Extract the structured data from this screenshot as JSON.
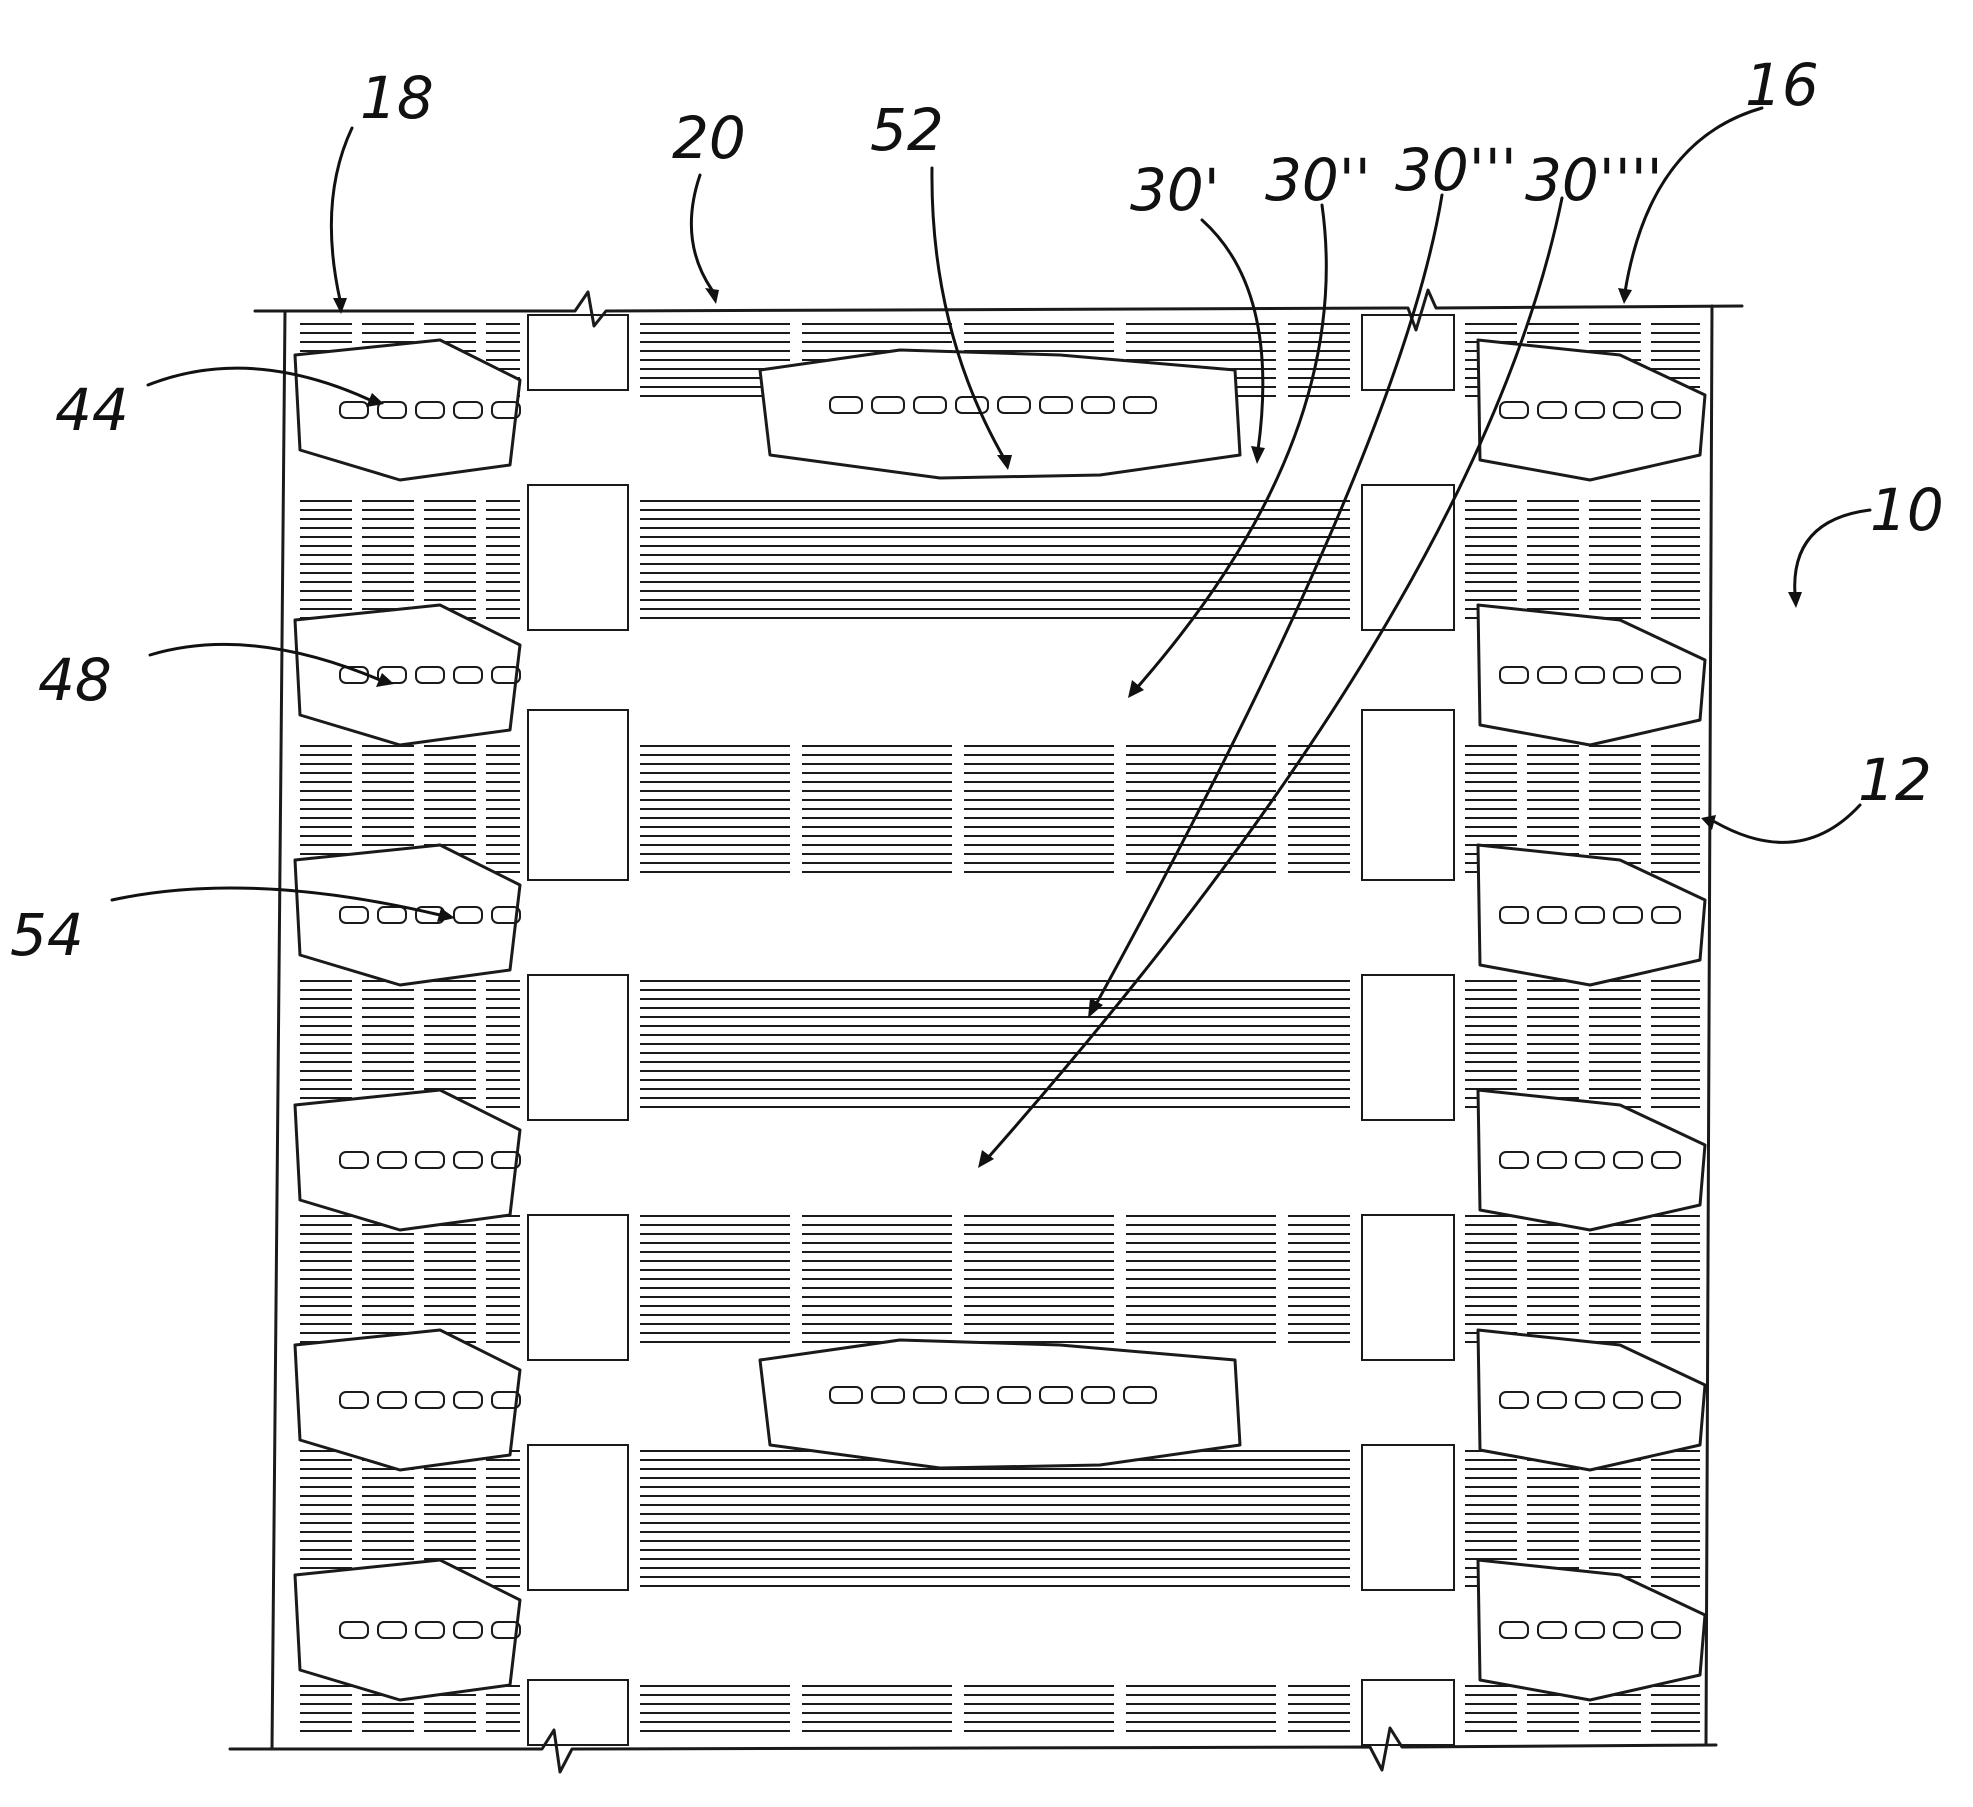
{
  "figure": {
    "labels": {
      "ref_10": "10",
      "ref_12": "12",
      "ref_16": "16",
      "ref_18": "18",
      "ref_20": "20",
      "ref_30a": "30'",
      "ref_30b": "30''",
      "ref_30c": "30'''",
      "ref_30d": "30''''",
      "ref_44": "44",
      "ref_48": "48",
      "ref_52": "52",
      "ref_54": "54"
    },
    "colors": {
      "ink": "#1a1a1a",
      "background": "#ffffff"
    }
  }
}
